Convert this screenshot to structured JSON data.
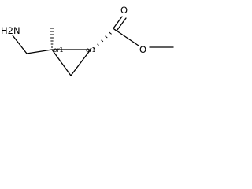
{
  "molecule": {
    "atoms": {
      "amine": "H2N",
      "carbonyl_oxygen": "O",
      "ester_oxygen": "O"
    },
    "stereo_labels": {
      "quaternary_carbon": "or1",
      "ring_carbon": "or1"
    }
  }
}
